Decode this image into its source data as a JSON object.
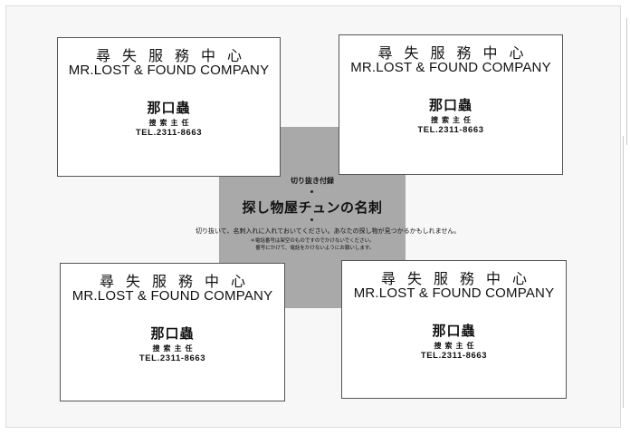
{
  "cards": [
    {
      "chinese_name": "尋失服務中心",
      "english_name": "MR.LOST & FOUND COMPANY",
      "person": "那口蟲",
      "role": "捜索主任",
      "tel": "TEL.2311-8663"
    },
    {
      "chinese_name": "尋失服務中心",
      "english_name": "MR.LOST & FOUND COMPANY",
      "person": "那口蟲",
      "role": "捜索主任",
      "tel": "TEL.2311-8663"
    },
    {
      "chinese_name": "尋失服務中心",
      "english_name": "MR.LOST & FOUND COMPANY",
      "person": "那口蟲",
      "role": "捜索主任",
      "tel": "TEL.2311-8663"
    },
    {
      "chinese_name": "尋失服務中心",
      "english_name": "MR.LOST & FOUND COMPANY",
      "person": "那口蟲",
      "role": "捜索主任",
      "tel": "TEL.2311-8663"
    }
  ],
  "center": {
    "kicker": "切り抜き付録",
    "title": "探し物屋チュンの名刺",
    "instruction": "切り抜いて、名刺入れに入れておいてください。あなたの探し物が見つかるかもしれません。",
    "note_line1": "＊電話番号は架空のものですのでかけないでください。",
    "note_line2": "　番号にかけて、電話をかけないようにお願いします。"
  }
}
